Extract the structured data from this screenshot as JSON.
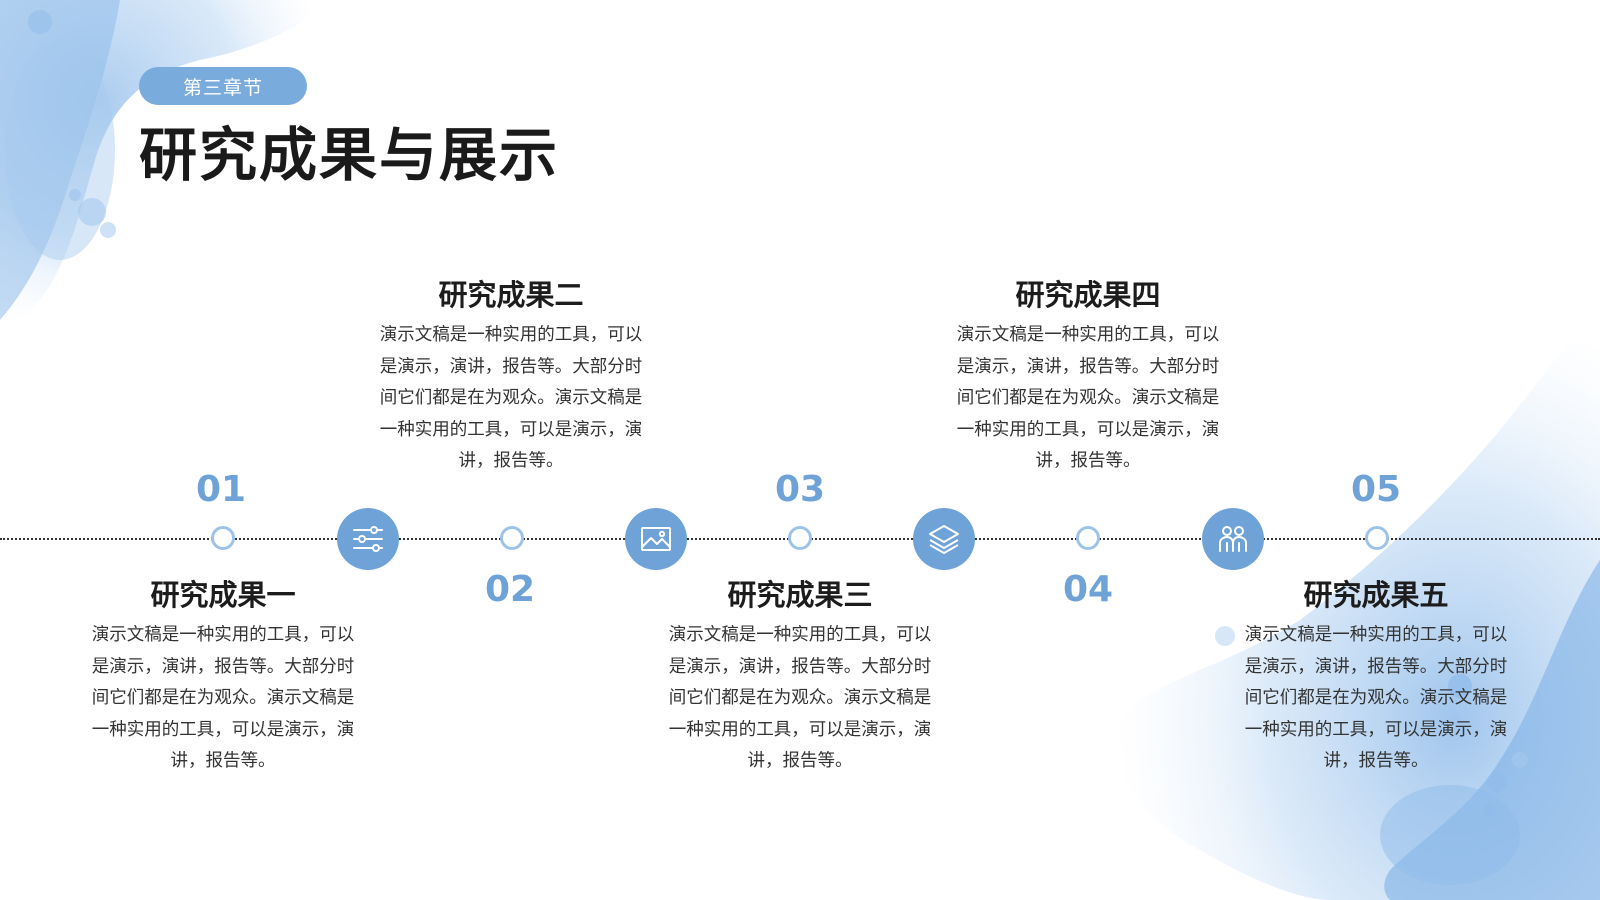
{
  "header": {
    "chapter": "第三章节",
    "title": "研究成果与展示"
  },
  "timeline": {
    "numbers": [
      "01",
      "02",
      "03",
      "04",
      "05"
    ],
    "icons": [
      "sliders-icon",
      "image-icon",
      "layers-icon",
      "users-icon"
    ]
  },
  "items": [
    {
      "title": "研究成果一",
      "desc": "演示文稿是一种实用的工具，可以是演示，演讲，报告等。大部分时间它们都是在为观众。演示文稿是一种实用的工具，可以是演示，演讲，报告等。"
    },
    {
      "title": "研究成果二",
      "desc": "演示文稿是一种实用的工具，可以是演示，演讲，报告等。大部分时间它们都是在为观众。演示文稿是一种实用的工具，可以是演示，演讲，报告等。"
    },
    {
      "title": "研究成果三",
      "desc": "演示文稿是一种实用的工具，可以是演示，演讲，报告等。大部分时间它们都是在为观众。演示文稿是一种实用的工具，可以是演示，演讲，报告等。"
    },
    {
      "title": "研究成果四",
      "desc": "演示文稿是一种实用的工具，可以是演示，演讲，报告等。大部分时间它们都是在为观众。演示文稿是一种实用的工具，可以是演示，演讲，报告等。"
    },
    {
      "title": "研究成果五",
      "desc": "演示文稿是一种实用的工具，可以是演示，演讲，报告等。大部分时间它们都是在为观众。演示文稿是一种实用的工具，可以是演示，演讲，报告等。"
    }
  ],
  "colors": {
    "accent": "#6fa3d8",
    "pill": "#7aabdd",
    "watercolor": "#a9cbef",
    "text": "#1a1a1a"
  }
}
